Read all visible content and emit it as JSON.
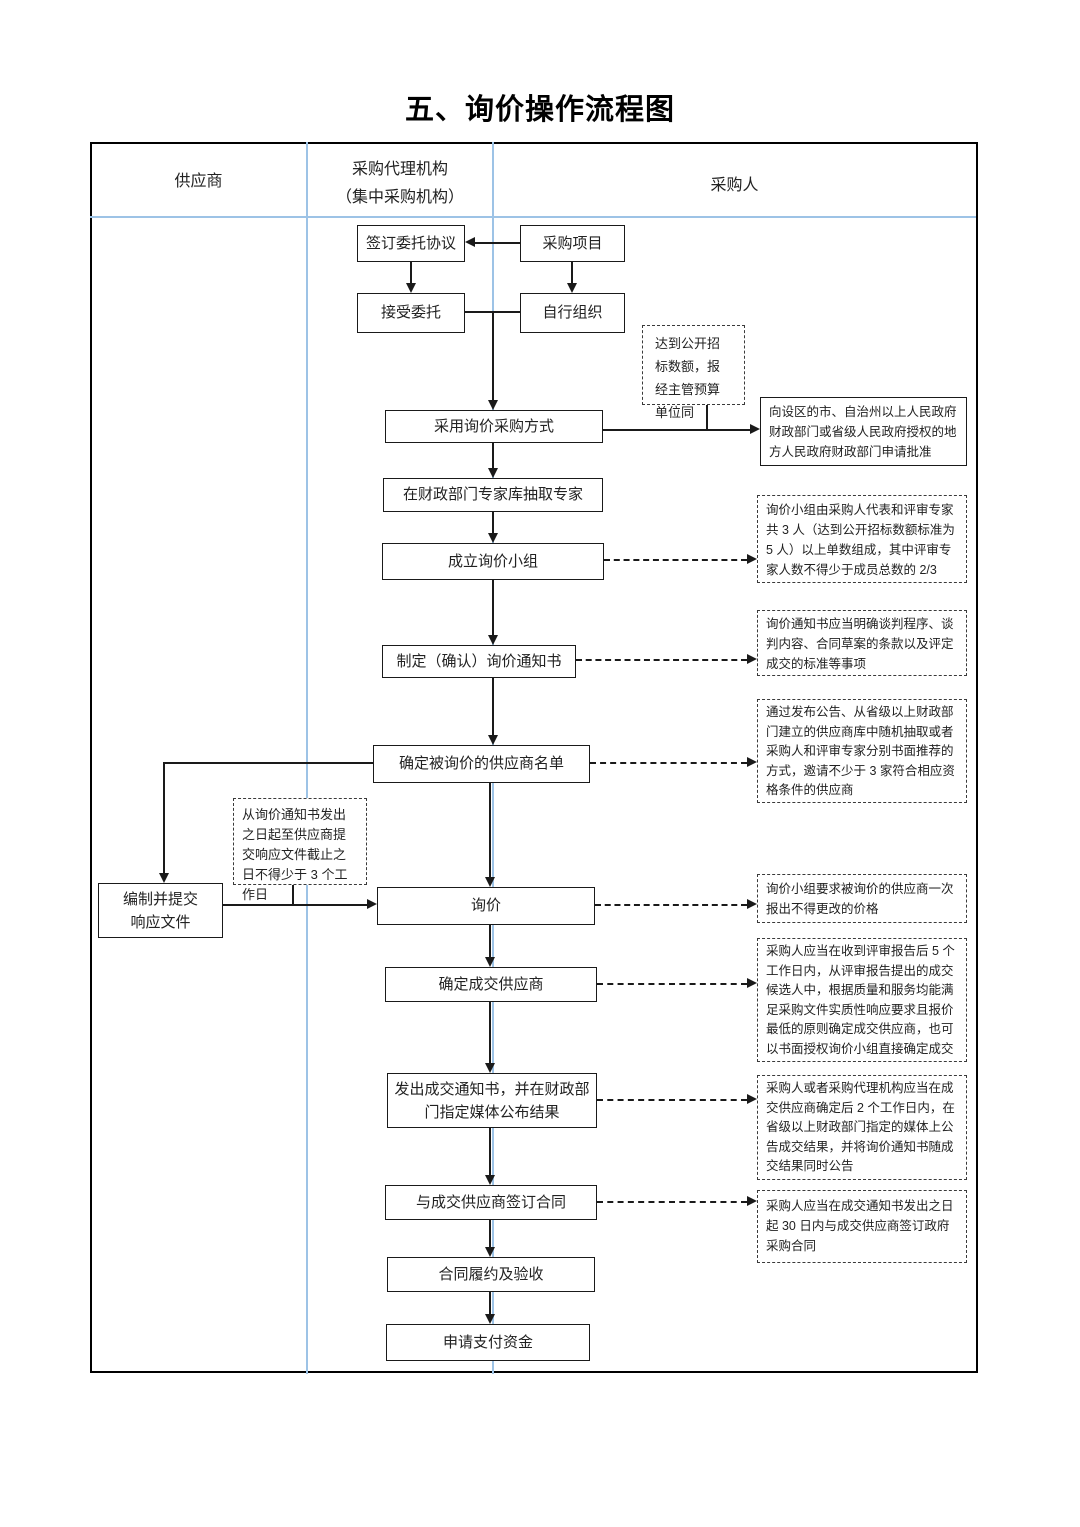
{
  "title": "五、询价操作流程图",
  "lanes": {
    "supplier": "供应商",
    "agency_line1": "采购代理机构",
    "agency_line2": "（集中采购机构）",
    "purchaser": "采购人"
  },
  "steps": {
    "sign_agreement": "签订委托协议",
    "project": "采购项目",
    "accept": "接受委托",
    "self_organize": "自行组织",
    "adopt_method": "采用询价采购方式",
    "extract_experts": "在财政部门专家库抽取专家",
    "form_group": "成立询价小组",
    "make_notice": "制定（确认）询价通知书",
    "supplier_list": "确定被询价的供应商名单",
    "inquiry": "询价",
    "determine_winner": "确定成交供应商",
    "announce": "发出成交通知书，并在财政部门指定媒体公布结果",
    "sign_contract": "与成交供应商签订合同",
    "acceptance": "合同履约及验收",
    "payment": "申请支付资金",
    "response_line1": "编制并提交",
    "response_line2": "响应文件"
  },
  "notes": {
    "threshold": "达到公开招标数额，报经主管预算单位同",
    "approval": "向设区的市、自治州以上人民政府财政部门或省级人民政府授权的地方人民政府财政部门申请批准",
    "group_rule": "询价小组由采购人代表和评审专家共 3 人（达到公开招标数额标准为 5 人）以上单数组成，其中评审专家人数不得少于成员总数的 2/3",
    "notice_rule": "询价通知书应当明确谈判程序、谈判内容、合同草案的条款以及评定成交的标准等事项",
    "invite_rule": "通过发布公告、从省级以上财政部门建立的供应商库中随机抽取或者采购人和评审专家分别书面推荐的方式，邀请不少于 3 家符合相应资格条件的供应商",
    "deadline_rule": "从询价通知书发出之日起至供应商提交响应文件截止之日不得少于 3 个工作日",
    "quote_rule": "询价小组要求被询价的供应商一次报出不得更改的价格",
    "winner_rule": "采购人应当在收到评审报告后 5 个工作日内，从评审报告提出的成交候选人中，根据质量和服务均能满足采购文件实质性响应要求且报价最低的原则确定成交供应商，也可以书面授权询价小组直接确定成交",
    "announce_rule": "采购人或者采购代理机构应当在成交供应商确定后 2 个工作日内，在省级以上财政部门指定的媒体上公告成交结果，并将询价通知书随成交结果同时公告",
    "contract_rule": "采购人应当在成交通知书发出之日起 30 日内与成交供应商签订政府采购合同"
  },
  "colors": {
    "lane_divider": "#9dc3e6",
    "line": "#1a1a1a"
  }
}
